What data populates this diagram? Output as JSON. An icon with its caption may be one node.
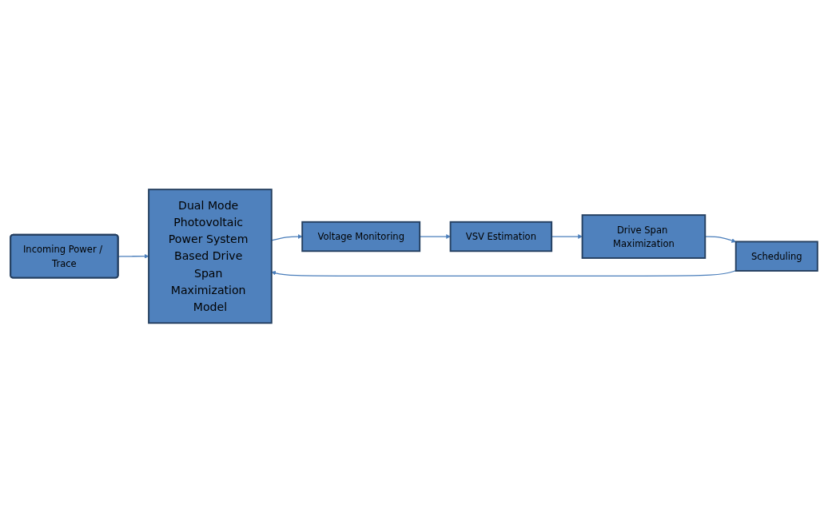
{
  "diagram": {
    "nodes": [
      {
        "text": [
          "Incoming Power / Trace"
        ]
      },
      {
        "text": [
          "Dual Mode Photovoltaic Power System Based Drive Span Maximization Model"
        ]
      },
      {
        "text": [
          "Voltage Monitoring"
        ]
      },
      {
        "text": [
          "VSV Estimation"
        ]
      },
      {
        "text": [
          "Drive Span Maximization"
        ]
      },
      {
        "text": [
          "Scheduling"
        ]
      }
    ],
    "edges": [
      {
        "from": 0,
        "to": 1,
        "arrow": "to"
      },
      {
        "from": 1,
        "to": 2,
        "arrow": "to"
      },
      {
        "from": 2,
        "to": 3,
        "arrow": "to"
      },
      {
        "from": 3,
        "to": 4,
        "arrow": "to"
      },
      {
        "from": 4,
        "to": 5,
        "arrow": "to"
      },
      {
        "from": 5,
        "to": 1,
        "arrow": "to"
      }
    ]
  }
}
